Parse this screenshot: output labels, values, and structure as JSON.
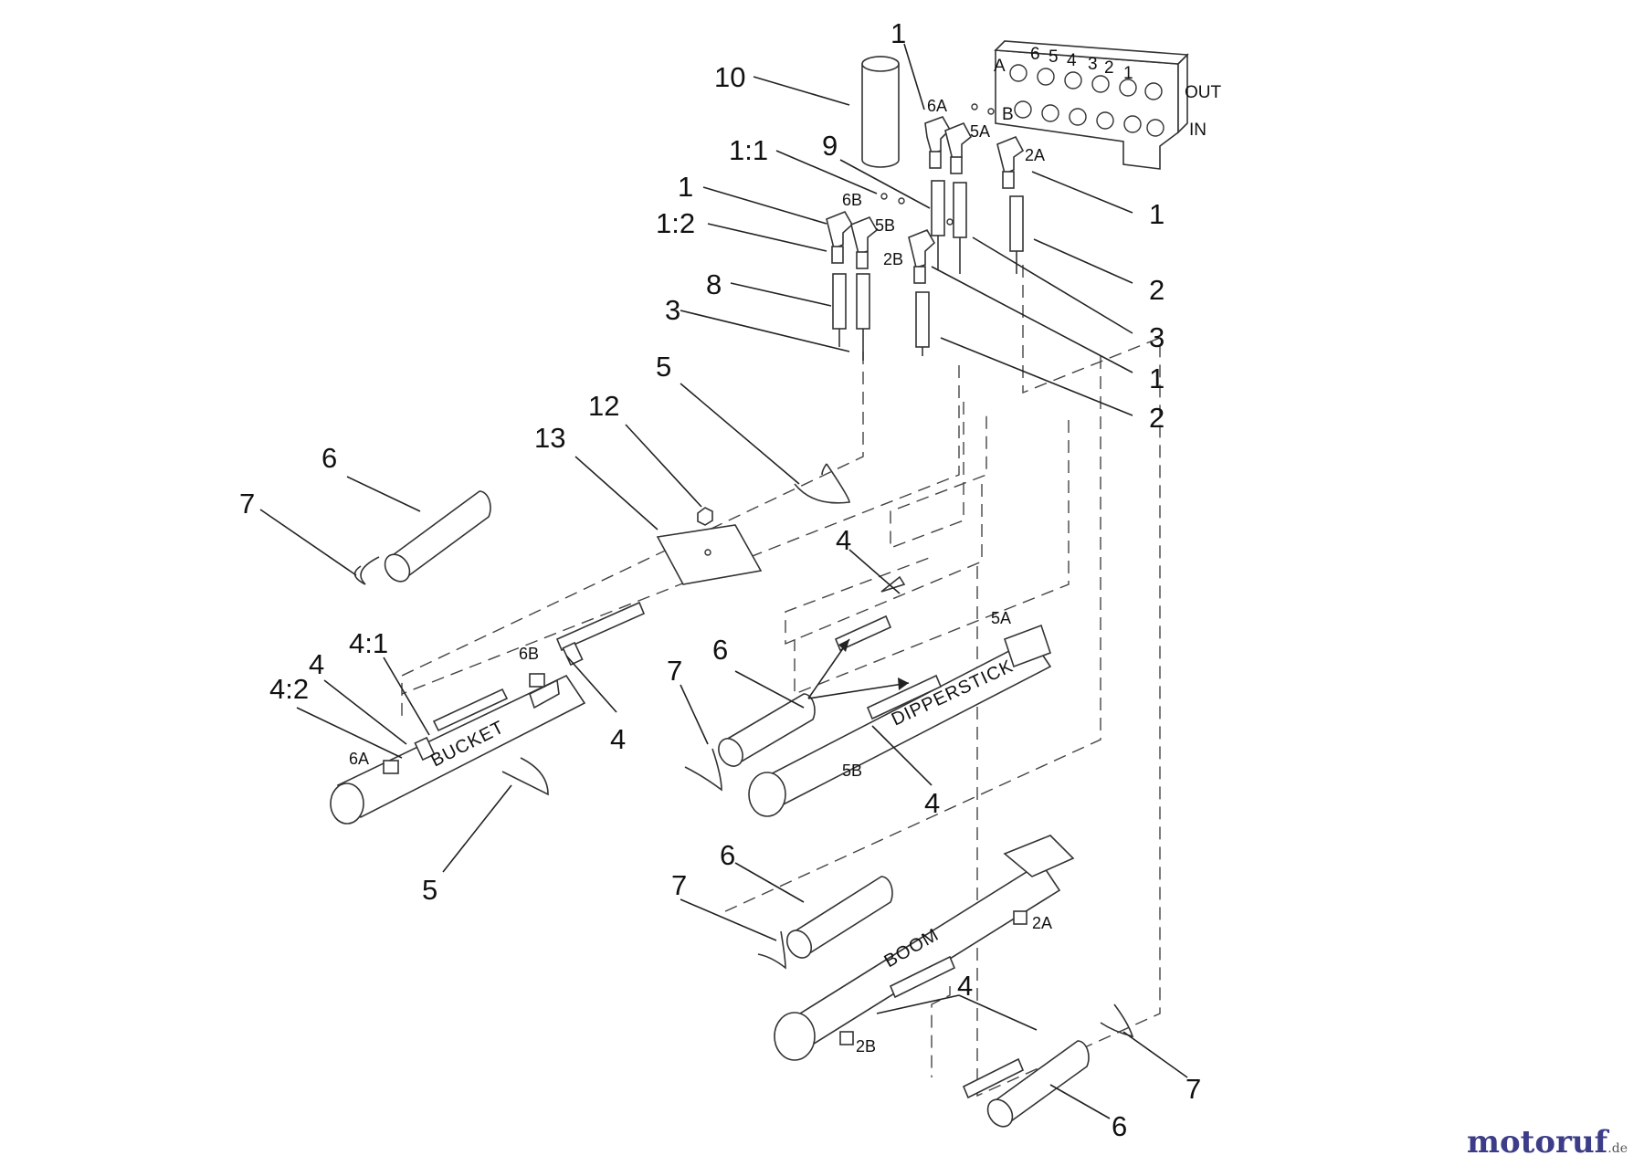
{
  "callouts": [
    "1",
    "10",
    "1:1",
    "9",
    "1",
    "1:2",
    "8",
    "3",
    "1",
    "2",
    "3",
    "1",
    "2",
    "5",
    "12",
    "13",
    "6",
    "7",
    "4",
    "4:1",
    "4",
    "4:2",
    "4",
    "6",
    "7",
    "4",
    "5",
    "6",
    "7",
    "7",
    "6",
    "4"
  ],
  "port_tags": [
    "6A",
    "5A",
    "2A",
    "6B",
    "5B",
    "2B",
    "6B",
    "6A",
    "5A",
    "5B",
    "2A",
    "2B"
  ],
  "cylinders": {
    "bucket": "BUCKET",
    "dipperstick": "DIPPERSTICK",
    "boom": "BOOM"
  },
  "valve": {
    "out": "OUT",
    "in": "IN",
    "port_a": "A",
    "port_b": "B",
    "sections": [
      "6",
      "5",
      "4",
      "3",
      "2",
      "1"
    ]
  },
  "watermark": {
    "logo": "motoruf",
    "suffix": ".de"
  }
}
